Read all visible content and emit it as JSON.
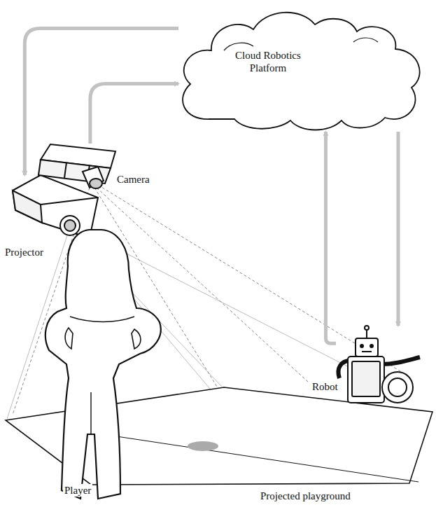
{
  "diagram": {
    "nodes": [
      {
        "text": [
          "Cloud Robotics Platform"
        ]
      },
      {
        "text": [
          "Camera"
        ]
      },
      {
        "text": [
          "Projector"
        ]
      },
      {
        "text": [
          "Robot"
        ]
      }
    ],
    "edges": [
      {
        "from": 0,
        "to": 2,
        "arrow": "to"
      },
      {
        "from": 1,
        "to": 0,
        "arrow": "to"
      },
      {
        "from": 0,
        "to": 3,
        "arrow": "to"
      },
      {
        "from": 3,
        "to": 0,
        "arrow": "to"
      }
    ],
    "labels": [
      "Player",
      "Projected playground"
    ]
  }
}
